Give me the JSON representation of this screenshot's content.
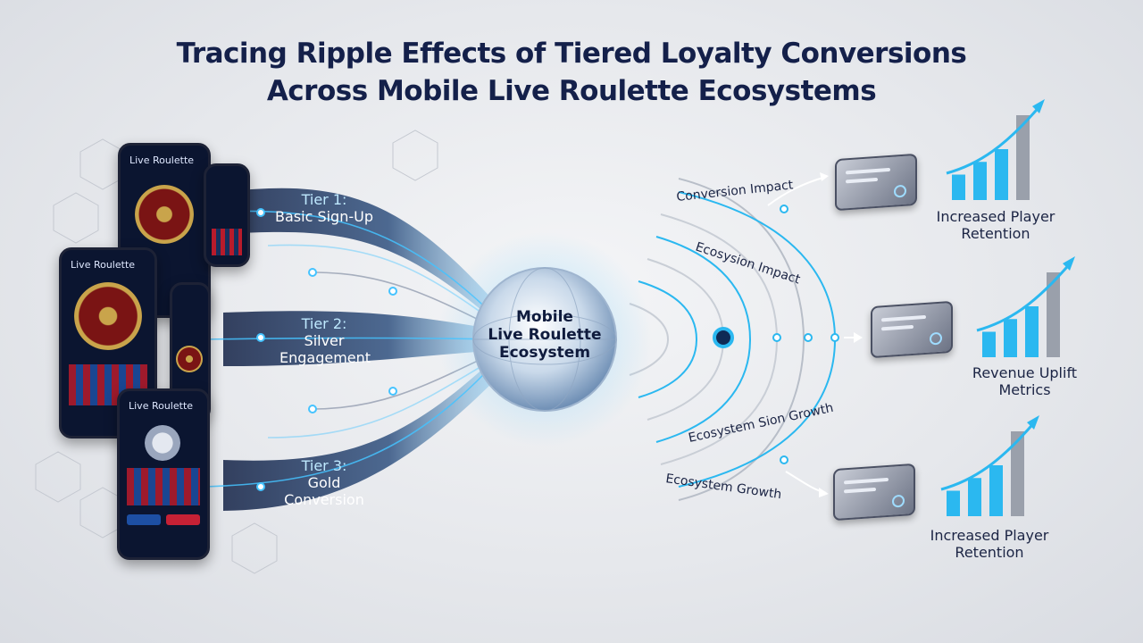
{
  "title_line1": "Tracing Ripple Effects of Tiered Loyalty Conversions",
  "title_line2": "Across Mobile Live Roulette Ecosystems",
  "phones": [
    {
      "app_title": "Live Roulette"
    },
    {
      "app_title": "Live Roulette"
    },
    {
      "app_title": "Live Roulette"
    }
  ],
  "tiers": [
    {
      "name": "Tier 1:",
      "label": "Basic Sign-Up"
    },
    {
      "name": "Tier 2:",
      "label": "Silver Engagement"
    },
    {
      "name": "Tier 3:",
      "label": "Gold Conversion"
    }
  ],
  "hub": {
    "line1": "Mobile",
    "line2": "Live Roulette",
    "line3": "Ecosystem"
  },
  "ripple_labels": {
    "conversion_impact": "Conversion Impact",
    "ecosysion_impact": "Ecosysion Impact",
    "ecosystem_sion_growth": "Ecosystem Sion Growth",
    "ecosystem_growth": "Ecosystem Growth"
  },
  "outcomes": [
    {
      "line1": "Increased Player",
      "line2": "Retention",
      "bars": [
        0.3,
        0.45,
        0.6,
        1.0
      ]
    },
    {
      "line1": "Revenue Uplift",
      "line2": "Metrics",
      "bars": [
        0.3,
        0.45,
        0.6,
        1.0
      ]
    },
    {
      "line1": "Increased Player",
      "line2": "Retention",
      "bars": [
        0.3,
        0.45,
        0.6,
        1.0
      ]
    }
  ],
  "colors": {
    "accent": "#2bb8f0",
    "navy": "#14204a",
    "panel": "#1c2a4a"
  }
}
